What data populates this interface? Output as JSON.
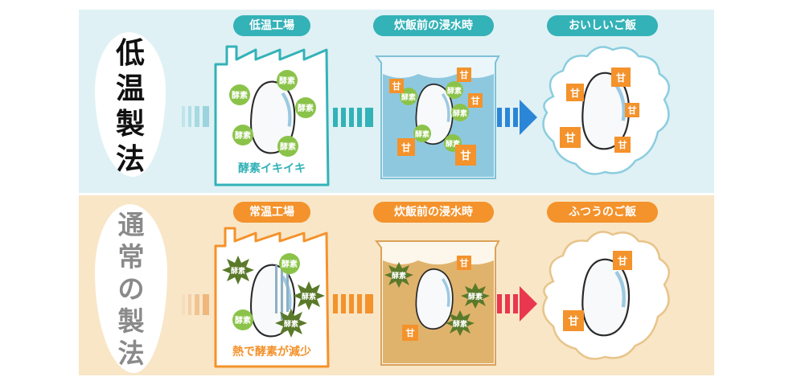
{
  "top_row": {
    "side_label": "低\n温\n製\n法",
    "steps": [
      "低温工場",
      "炊飯前の浸水時",
      "おいしいご飯"
    ],
    "caption": "酵素イキイキ",
    "colors": {
      "band": "#dff1f4",
      "pill": "#33b2b8",
      "arrow": "#2b86d8",
      "water": "#8ec8df"
    }
  },
  "bottom_row": {
    "side_label": "通\n常\nの\n製\n法",
    "steps": [
      "常温工場",
      "炊飯前の浸水時",
      "ふつうのご飯"
    ],
    "caption": "熱で酵素が減少",
    "colors": {
      "band": "#f8e6c7",
      "pill": "#f4922b",
      "arrow": "#e8374e",
      "water": "#e0b36d"
    }
  },
  "badges": {
    "enzyme": "酵素",
    "sweet": "甘"
  }
}
